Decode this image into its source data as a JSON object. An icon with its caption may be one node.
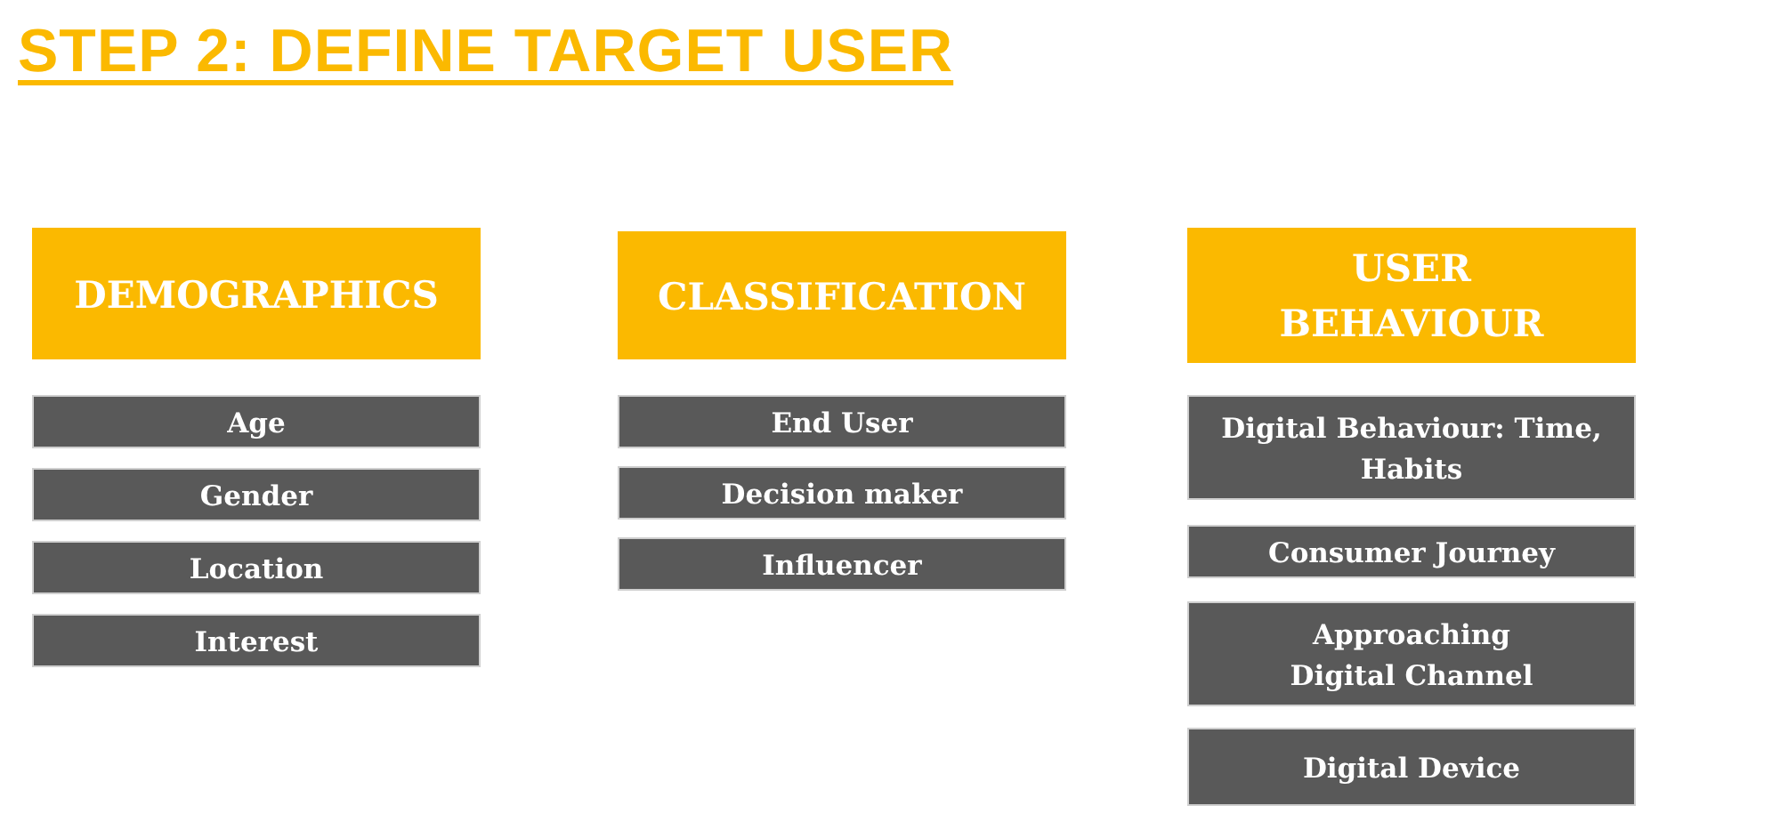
{
  "diagram": {
    "title": "STEP 2: DEFINE TARGET USER",
    "nodes": [
      {
        "text": [
          "DEMOGRAPHICS"
        ]
      },
      {
        "text": [
          "Age"
        ]
      },
      {
        "text": [
          "Gender"
        ]
      },
      {
        "text": [
          "Location"
        ]
      },
      {
        "text": [
          "Interest"
        ]
      },
      {
        "text": [
          "CLASSIFICATION"
        ]
      },
      {
        "text": [
          "End User"
        ]
      },
      {
        "text": [
          "Decision maker"
        ]
      },
      {
        "text": [
          "Influencer"
        ]
      },
      {
        "text": [
          "USER BEHAVIOUR"
        ]
      },
      {
        "text": [
          "Digital Behaviour: Time, Habits"
        ]
      },
      {
        "text": [
          "Consumer Journey"
        ]
      },
      {
        "text": [
          "Approaching Digital Channel"
        ]
      },
      {
        "text": [
          "Digital Device"
        ]
      }
    ]
  }
}
